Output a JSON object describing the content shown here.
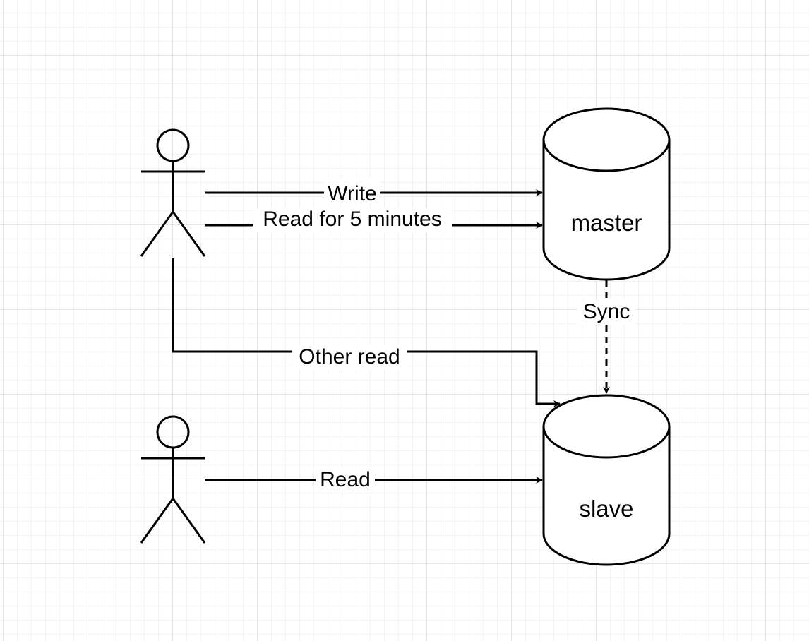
{
  "diagram": {
    "nodes": {
      "master": {
        "label": "master",
        "shape": "cylinder"
      },
      "slave": {
        "label": "slave",
        "shape": "cylinder"
      },
      "actor_writer": {
        "shape": "stick-figure-actor"
      },
      "actor_reader": {
        "shape": "stick-figure-actor"
      }
    },
    "edges": {
      "write": {
        "label": "Write",
        "from": "actor_writer",
        "to": "master",
        "style": "solid"
      },
      "read_5min": {
        "label": "Read for 5 minutes",
        "from": "actor_writer",
        "to": "master",
        "style": "solid"
      },
      "other_read": {
        "label": "Other read",
        "from": "actor_writer",
        "to": "slave",
        "style": "solid"
      },
      "sync": {
        "label": "Sync",
        "from": "master",
        "to": "slave",
        "style": "dashed"
      },
      "read": {
        "label": "Read",
        "from": "actor_reader",
        "to": "slave",
        "style": "solid"
      }
    }
  }
}
